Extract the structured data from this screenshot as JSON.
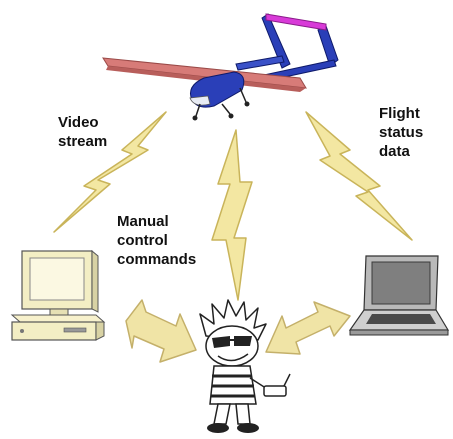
{
  "labels": {
    "video": [
      "Video",
      "stream"
    ],
    "manual": [
      "Manual",
      "control",
      "commands"
    ],
    "flight": [
      "Flight",
      "status",
      "data"
    ]
  },
  "icons": [
    "uav-aircraft-icon",
    "lightning-bolt-icon",
    "desktop-computer-icon",
    "laptop-icon",
    "operator-person-icon",
    "double-arrow-icon"
  ],
  "colors": {
    "lightning_fill": "#f3e7a2",
    "lightning_stroke": "#c9b45a",
    "arrow_fill": "#f0e4a6",
    "arrow_stroke": "#c4b06a",
    "wing": "#d77b78",
    "fuselage": "#2a3fb8",
    "tail_bar": "#d83ad8",
    "desktop": "#f3eec4",
    "laptop": "#b9b9b9"
  }
}
